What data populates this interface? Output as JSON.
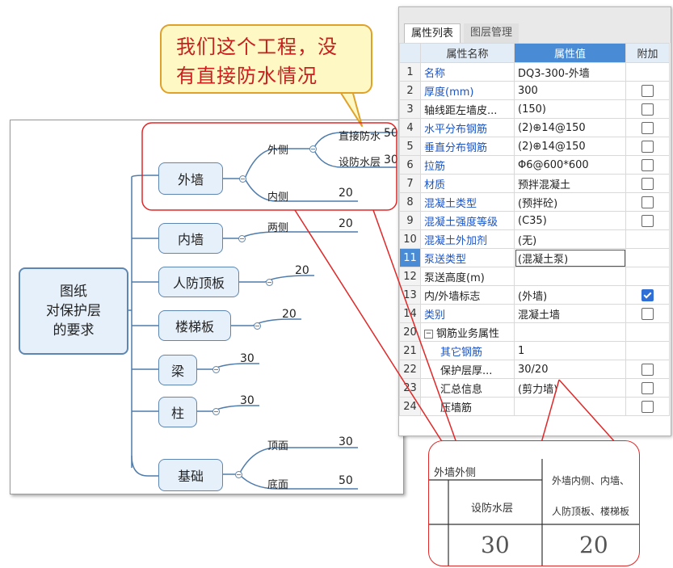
{
  "callout": {
    "line1": "我们这个工程，没",
    "line2": "有直接防水情况"
  },
  "mindmap": {
    "root": "图纸\n对保护层\n的要求",
    "nodes": {
      "outer_wall": "外墙",
      "inner_wall": "内墙",
      "civil_defense_roof": "人防顶板",
      "stair_slab": "楼梯板",
      "beam": "梁",
      "column": "柱",
      "foundation": "基础"
    },
    "outer_wall": {
      "outside": "外侧",
      "direct_waterproof": "直接防水",
      "direct_waterproof_value": "50",
      "with_waterproof_layer": "设防水层",
      "with_waterproof_layer_value": "30",
      "inside": "内侧",
      "inside_value": "20"
    },
    "inner_wall": {
      "both_sides": "两侧",
      "value": "20"
    },
    "civil_defense_roof_value": "20",
    "stair_slab_value": "20",
    "beam_value": "30",
    "column_value": "30",
    "foundation": {
      "top": "顶面",
      "top_value": "30",
      "bottom": "底面",
      "bottom_value": "50"
    }
  },
  "property_panel": {
    "tabs": [
      "属性列表",
      "图层管理"
    ],
    "headers": [
      "属性名称",
      "属性值",
      "附加"
    ],
    "rows": [
      {
        "idx": "1",
        "name": "名称",
        "value": "DQ3-300-外墙",
        "blue": true
      },
      {
        "idx": "2",
        "name": "厚度(mm)",
        "value": "300",
        "blue": true
      },
      {
        "idx": "3",
        "name": "轴线距左墙皮...",
        "value": "(150)"
      },
      {
        "idx": "4",
        "name": "水平分布钢筋",
        "value": "(2)⊕14@150",
        "blue": true
      },
      {
        "idx": "5",
        "name": "垂直分布钢筋",
        "value": "(2)⊕14@150",
        "blue": true
      },
      {
        "idx": "6",
        "name": "拉筋",
        "value": "Φ6@600*600",
        "blue": true
      },
      {
        "idx": "7",
        "name": "材质",
        "value": "预拌混凝土",
        "blue": true
      },
      {
        "idx": "8",
        "name": "混凝土类型",
        "value": "(预拌砼)",
        "blue": true
      },
      {
        "idx": "9",
        "name": "混凝土强度等级",
        "value": "(C35)",
        "blue": true
      },
      {
        "idx": "10",
        "name": "混凝土外加剂",
        "value": "(无)",
        "blue": true
      },
      {
        "idx": "11",
        "name": "泵送类型",
        "value": "(混凝土泵)",
        "blue": true
      },
      {
        "idx": "12",
        "name": "泵送高度(m)",
        "value": ""
      },
      {
        "idx": "13",
        "name": "内/外墙标志",
        "value": "(外墙)"
      },
      {
        "idx": "14",
        "name": "类别",
        "value": "混凝土墙",
        "blue": true
      },
      {
        "idx": "20",
        "name": "钢筋业务属性",
        "value": ""
      },
      {
        "idx": "21",
        "name": "其它钢筋",
        "value": "1",
        "blue": true
      },
      {
        "idx": "22",
        "name": "保护层厚...",
        "value": "30/20"
      },
      {
        "idx": "23",
        "name": "汇总信息",
        "value": "(剪力墙)"
      },
      {
        "idx": "24",
        "name": "压墙筋",
        "value": ""
      }
    ],
    "checkboxes": {
      "2": false,
      "3": false,
      "4": false,
      "5": false,
      "6": false,
      "7": false,
      "8": false,
      "9": false,
      "13": true,
      "14": false,
      "22": false,
      "23": false,
      "24": false
    }
  },
  "drawing_table": {
    "outer_side": "外墙外侧",
    "waterproof_layer": "设防水层",
    "inner_list_line1": "外墙内侧、内墙、",
    "inner_list_line2": "人防顶板、楼梯板",
    "value_outer": "30",
    "value_inner": "20"
  },
  "colors": {
    "accent_red": "#e02828",
    "node_fill": "#e6f0fa",
    "node_border": "#5d86b2",
    "selected": "#4a8bd6"
  }
}
